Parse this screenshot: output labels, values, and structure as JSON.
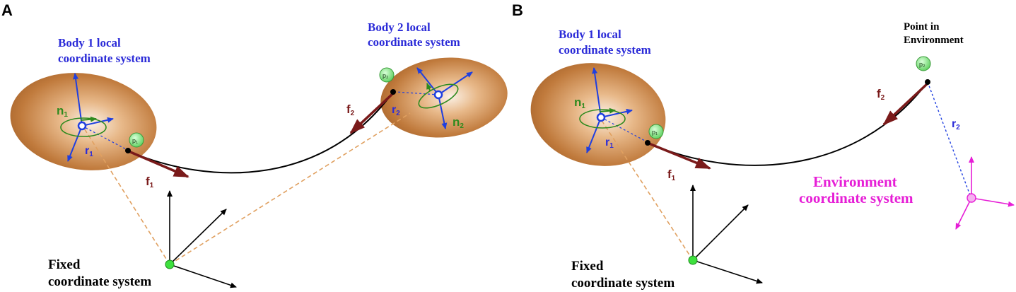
{
  "panels": [
    {
      "letter": "A",
      "body1_label": [
        "Body 1 local",
        "coordinate system"
      ],
      "body2_label": [
        "Body 2 local",
        "coordinate system"
      ],
      "fixed_label": [
        "Fixed",
        "coordinate system"
      ],
      "n1": "n",
      "n1_sub": "1",
      "n2": "n",
      "n2_sub": "2",
      "r1": "r",
      "r1_sub": "1",
      "r2": "r",
      "r2_sub": "2",
      "f1": "f",
      "f1_sub": "1",
      "f2": "f",
      "f2_sub": "2",
      "p1": "p₁",
      "p2": "p₂"
    },
    {
      "letter": "B",
      "body1_label": [
        "Body 1 local",
        "coordinate system"
      ],
      "env_point_label": [
        "Point in",
        "Environment"
      ],
      "env_cs_label": [
        "Environment",
        "coordinate system"
      ],
      "fixed_label": [
        "Fixed",
        "coordinate system"
      ],
      "n1": "n",
      "n1_sub": "1",
      "r1": "r",
      "r1_sub": "1",
      "r2": "r",
      "r2_sub": "2",
      "f1": "f",
      "f1_sub": "1",
      "f2": "f",
      "f2_sub": "2",
      "p1": "p₁",
      "p2": "p₂"
    }
  ],
  "colors": {
    "body": "#c8854a",
    "axis_blue": "#1f3fe0",
    "force": "#7a1a1a",
    "dashed_orange": "#e0a060",
    "environment": "#e61ed6",
    "point_green": "#7fe07f"
  }
}
